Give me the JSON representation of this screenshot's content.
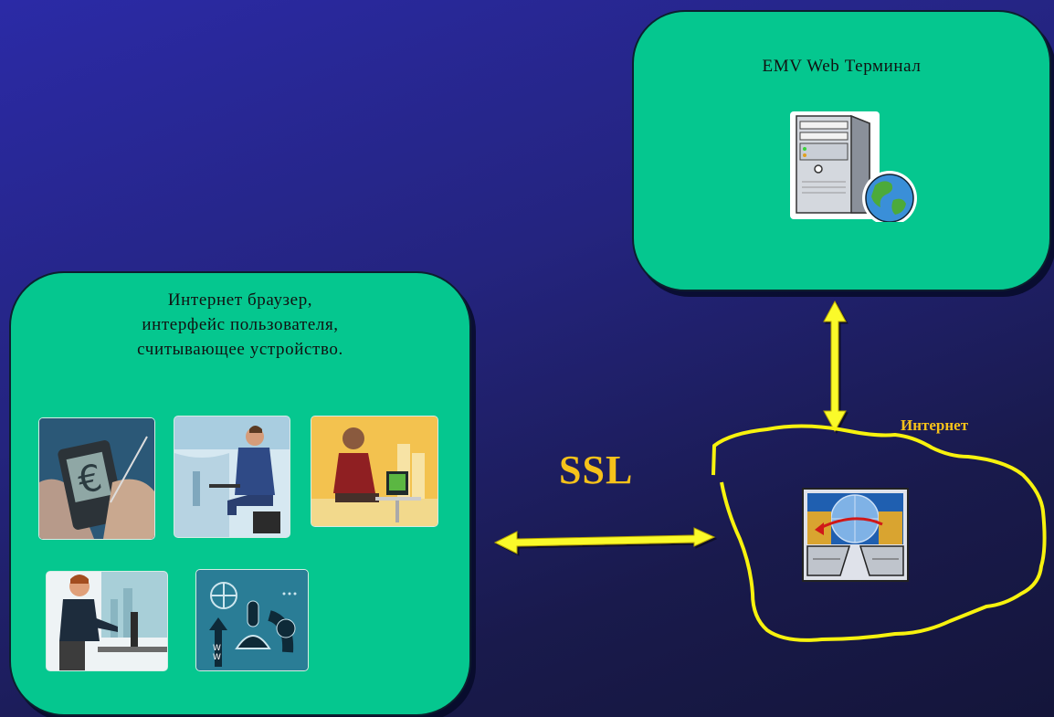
{
  "terminal": {
    "label": "EMV Web Терминал",
    "icon": "web-server-icon"
  },
  "client": {
    "label": "Интернет браузер,\nинтерфейс пользователя,\nсчитывающее устройство.",
    "clips": [
      "pda-euro-icon",
      "laptop-business-traveler-icon",
      "laptop-cafe-user-icon",
      "desktop-office-worker-icon",
      "web-mouse-icon"
    ]
  },
  "connection": {
    "label": "SSL"
  },
  "cloud": {
    "label": "Интернет",
    "icon": "network-computers-icon"
  },
  "colors": {
    "box_fill": "#05c78f",
    "accent": "#f6c21a",
    "arrow": "#fafa2a"
  }
}
